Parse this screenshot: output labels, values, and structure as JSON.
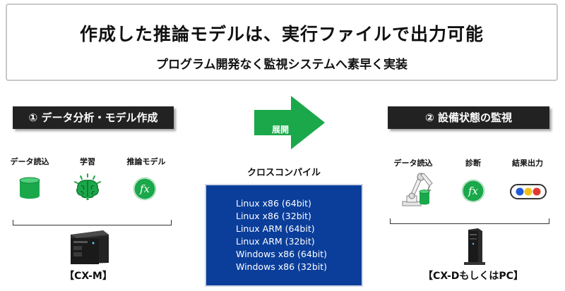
{
  "header": {
    "title": "作成した推論モデルは、実行ファイルで出力可能",
    "subtitle": "プログラム開発なく監視システムへ素早く実装"
  },
  "left": {
    "section_label": "① データ分析・モデル作成",
    "steps": [
      {
        "label": "データ読込",
        "icon": "database-icon"
      },
      {
        "label": "学習",
        "icon": "brain-icon"
      },
      {
        "label": "推論モデル",
        "icon": "function-icon"
      }
    ],
    "device_label": "【CX-M】",
    "device_icon": "industrial-pc-icon"
  },
  "center": {
    "arrow_label": "展開",
    "cross_compile_title": "クロスコンパイル",
    "targets": [
      "Linux x86 (64bit)",
      "Linux x86 (32bit)",
      "Linux ARM (64bit)",
      "Linux ARM (32bit)",
      "Windows x86 (64bit)",
      "Windows x86 (32bit)"
    ]
  },
  "right": {
    "section_label": "② 設備状態の監視",
    "steps": [
      {
        "label": "データ読込",
        "icon": "robot-arm-icon"
      },
      {
        "label": "診断",
        "icon": "function-icon"
      },
      {
        "label": "結果出力",
        "icon": "status-lights-icon"
      }
    ],
    "device_label": "【CX-DもしくはPC】",
    "device_icon": "tower-pc-icon"
  },
  "colors": {
    "green": "#1aa84a",
    "navy": "#0a3e9a",
    "dark": "#222222",
    "light_blue": "#1e5bd6",
    "yellow": "#f2c21b",
    "red": "#e03a2f"
  }
}
